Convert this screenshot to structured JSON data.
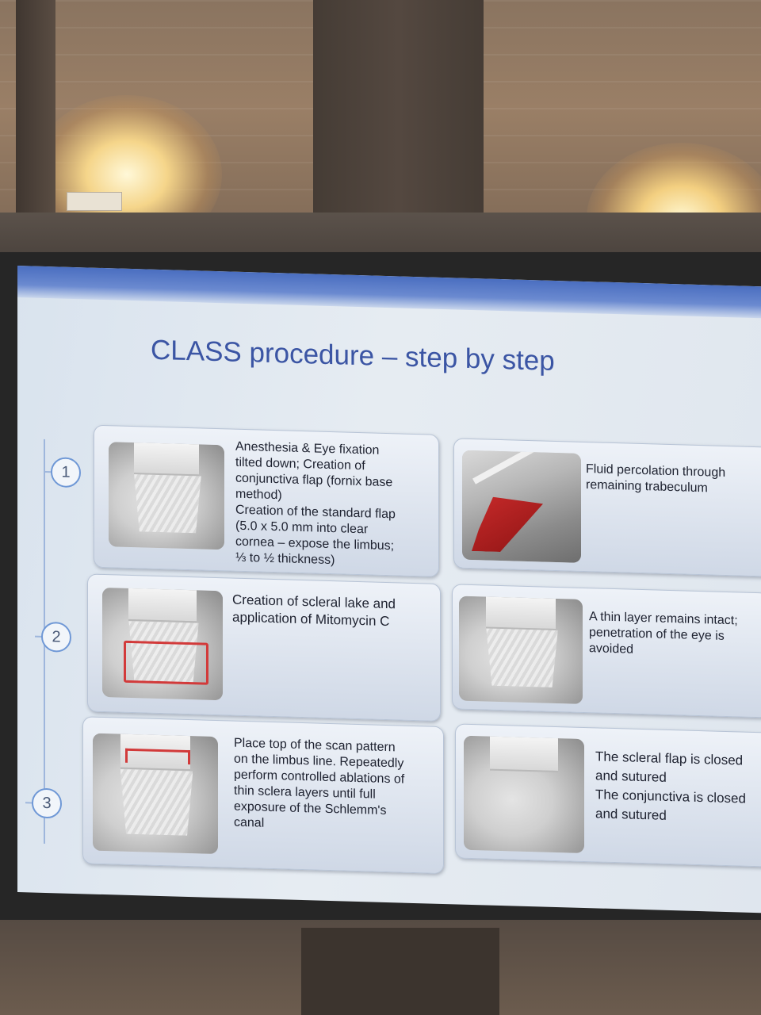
{
  "slide": {
    "title": "CLASS procedure – step by step",
    "steps": [
      "1",
      "2",
      "3"
    ],
    "cards": [
      {
        "step": "1",
        "column": "left",
        "text_lines": [
          "Anesthesia & Eye fixation",
          "tilted down; Creation of",
          "conjunctiva flap (fornix base",
          "method)",
          "Creation of the standard flap",
          "(5.0 x 5.0 mm into clear",
          "cornea – expose the limbus;",
          "⅓ to ½ thickness)"
        ]
      },
      {
        "step": "1",
        "column": "right",
        "text_lines": [
          "Fluid percolation through",
          "remaining trabeculum"
        ]
      },
      {
        "step": "2",
        "column": "left",
        "text_lines": [
          "Creation of scleral lake and",
          "application of Mitomycin C"
        ]
      },
      {
        "step": "2",
        "column": "right",
        "text_lines": [
          "A thin layer remains intact;",
          "penetration of the eye is",
          "avoided"
        ]
      },
      {
        "step": "3",
        "column": "left",
        "text_lines": [
          "Place top of the scan pattern",
          "on the limbus line. Repeatedly",
          "perform controlled ablations of",
          "thin sclera layers until full",
          "exposure of the Schlemm's",
          "canal"
        ]
      },
      {
        "step": "3",
        "column": "right",
        "text_lines": [
          "The scleral flap is closed",
          "and sutured",
          "The conjunctiva is closed",
          "and sutured"
        ]
      }
    ]
  },
  "colors": {
    "title": "#3b55a4",
    "slide_band": "#4a6ec0",
    "step_circle": "#6f98d6",
    "highlight_red": "#d23a3a"
  }
}
